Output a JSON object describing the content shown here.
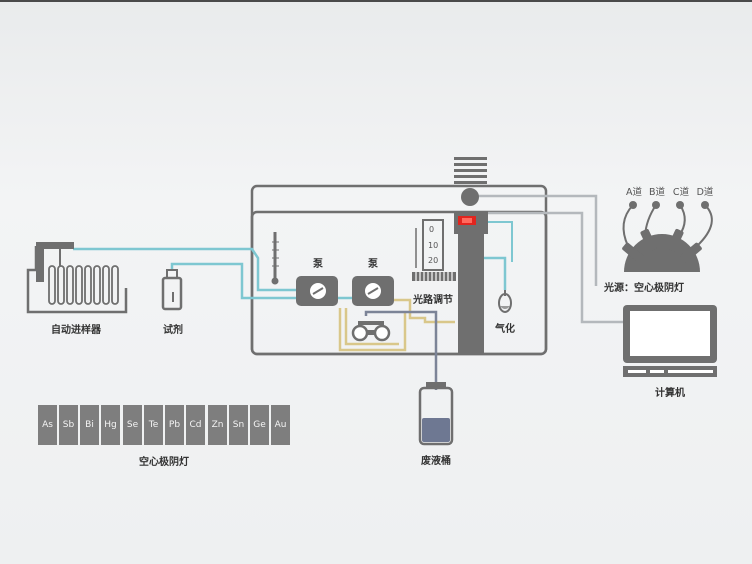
{
  "labels": {
    "autosampler": "自动进样器",
    "reagent": "试剂",
    "pump1": "泵",
    "pump2": "泵",
    "light_path": "光路调节",
    "gasification": "气化",
    "waste": "废液桶",
    "light_source": "光源：空心极阴灯",
    "computer": "计算机",
    "lamp_set": "空心极阴灯"
  },
  "channels": [
    "A道",
    "B道",
    "C道",
    "D道"
  ],
  "scale_ticks": [
    "0",
    "10",
    "20"
  ],
  "elements": [
    "As",
    "Sb",
    "Bi",
    "Hg",
    "Se",
    "Te",
    "Pb",
    "Cd",
    "Zn",
    "Sn",
    "Ge",
    "Au"
  ],
  "colors": {
    "device": "#6f6f6f",
    "line_blue": "#7ec7d1",
    "line_gold": "#d9c78a",
    "line_grey": "#b4b8bc",
    "lamp_red": "#e2251f",
    "waste_liquid": "#6e7892"
  }
}
